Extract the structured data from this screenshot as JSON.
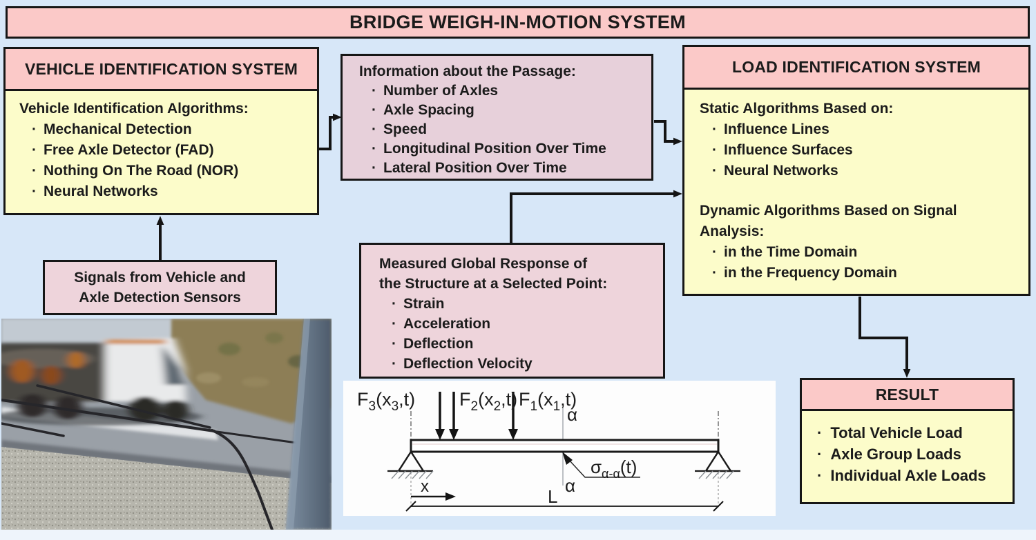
{
  "colors": {
    "bg_blue": "#d7e7f8",
    "header_pink": "#fbc9c8",
    "panel_yellow": "#fcfcca",
    "box_mauve": "#e7d0da",
    "box_rose": "#eed4db",
    "ink": "#1b1b1b",
    "border": "#161616"
  },
  "ui": {
    "bullet": "·"
  },
  "banner": {
    "title": "BRIDGE WEIGH-IN-MOTION SYSTEM"
  },
  "vehicle_system": {
    "title": "VEHICLE IDENTIFICATION SYSTEM",
    "body_title": "Vehicle Identification Algorithms:",
    "items": [
      "Mechanical Detection",
      "Free Axle Detector (FAD)",
      "Nothing On The Road (NOR)",
      "Neural Networks"
    ]
  },
  "passage_info": {
    "title": "Information about the Passage:",
    "items": [
      "Number of Axles",
      "Axle Spacing",
      "Speed",
      "Longitudinal Position Over Time",
      "Lateral Position Over Time"
    ]
  },
  "load_system": {
    "title": "LOAD IDENTIFICATION SYSTEM",
    "static_title": "Static Algorithms Based on:",
    "static_items": [
      "Influence Lines",
      "Influence Surfaces",
      "Neural Networks"
    ],
    "dynamic_title": "Dynamic Algorithms Based on Signal Analysis:",
    "dynamic_items": [
      "in the Time Domain",
      "in the Frequency Domain"
    ]
  },
  "signals_box": {
    "line1": "Signals from Vehicle and",
    "line2": "Axle Detection Sensors"
  },
  "measured_box": {
    "title_line1": "Measured Global Response of",
    "title_line2": "the Structure at a Selected Point:",
    "items": [
      "Strain",
      "Acceleration",
      "Deflection",
      "Deflection Velocity"
    ]
  },
  "result_box": {
    "title": "RESULT",
    "items": [
      "Total Vehicle Load",
      "Axle Group Loads",
      "Individual Axle Loads"
    ]
  },
  "beam_diagram": {
    "forces": [
      {
        "sym": "F",
        "sub": "3",
        "open": "(x",
        "sub2": "3",
        "close": ",t)"
      },
      {
        "sym": "F",
        "sub": "2",
        "open": "(x",
        "sub2": "2",
        "close": ",t)"
      },
      {
        "sym": "F",
        "sub": "1",
        "open": "(x",
        "sub2": "1",
        "close": ",t)"
      }
    ],
    "alpha_top": "α",
    "alpha_bottom": "α",
    "sigma": {
      "sym": "σ",
      "sub": "α-α",
      "close": "(t)"
    },
    "x_label": "x",
    "length_label": "L"
  }
}
